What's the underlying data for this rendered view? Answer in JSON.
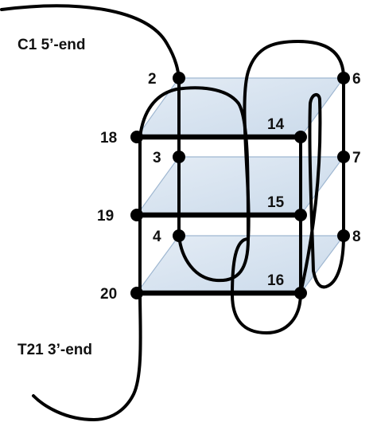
{
  "labels": {
    "five_prime": "C1 5’-end",
    "three_prime": "T21 3’-end"
  },
  "nucleotides": {
    "n2": "2",
    "n3": "3",
    "n4": "4",
    "n6": "6",
    "n7": "7",
    "n8": "8",
    "n14": "14",
    "n15": "15",
    "n16": "16",
    "n18": "18",
    "n19": "19",
    "n20": "20"
  },
  "colors": {
    "strand": "#000000",
    "plane_fill": "#c5d5e8",
    "plane_edge": "#9fb7d1",
    "text": "#111111"
  }
}
